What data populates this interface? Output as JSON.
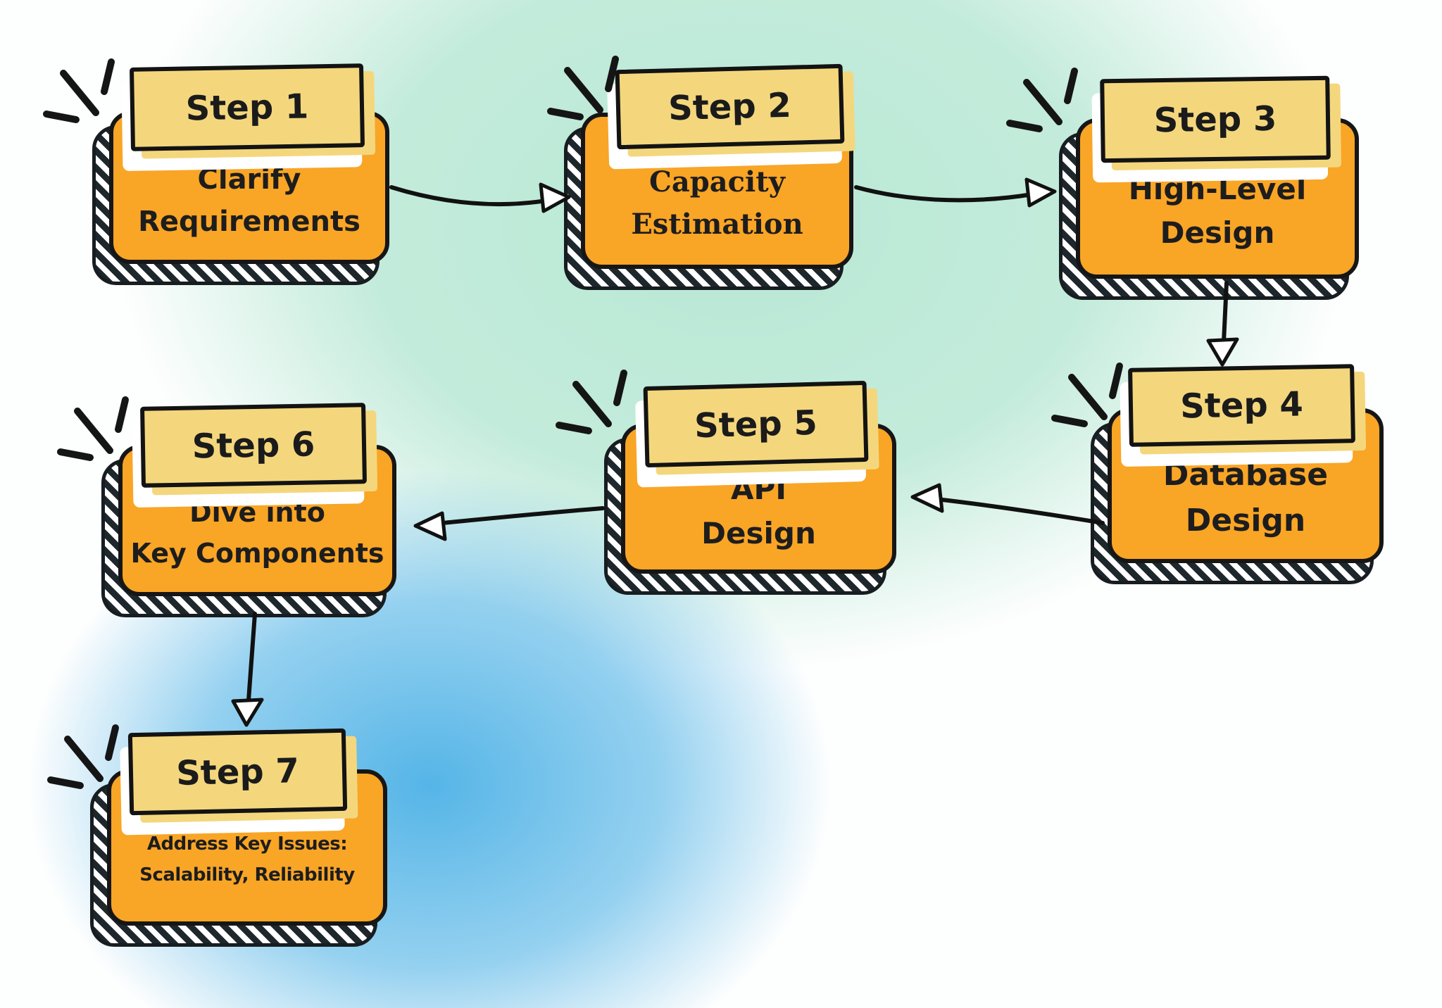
{
  "diagram": {
    "kind": "flowchart",
    "steps": [
      {
        "id": 1,
        "label": "Step 1",
        "title_lines": [
          "Clarify",
          "Requirements"
        ]
      },
      {
        "id": 2,
        "label": "Step 2",
        "title_lines": [
          "Capacity",
          "Estimation"
        ]
      },
      {
        "id": 3,
        "label": "Step 3",
        "title_lines": [
          "High-Level",
          "Design"
        ]
      },
      {
        "id": 4,
        "label": "Step 4",
        "title_lines": [
          "Database",
          "Design"
        ]
      },
      {
        "id": 5,
        "label": "Step 5",
        "title_lines": [
          "API",
          "Design"
        ]
      },
      {
        "id": 6,
        "label": "Step 6",
        "title_lines": [
          "Dive into",
          "Key Components"
        ]
      },
      {
        "id": 7,
        "label": "Step 7",
        "title_lines": [
          "Address Key Issues:",
          "Scalability, Reliability"
        ]
      }
    ],
    "flow": [
      {
        "from": "Step 1",
        "to": "Step 2"
      },
      {
        "from": "Step 2",
        "to": "Step 3"
      },
      {
        "from": "Step 3",
        "to": "Step 4"
      },
      {
        "from": "Step 4",
        "to": "Step 5"
      },
      {
        "from": "Step 5",
        "to": "Step 6"
      },
      {
        "from": "Step 6",
        "to": "Step 7"
      }
    ],
    "colors": {
      "box_fill": "#F9A526",
      "ribbon_fill": "#F4D77D",
      "outline": "#161616",
      "hatch_dark": "#1D272C",
      "text": "#1D1D1D",
      "background_mint": "#B9E8D5",
      "background_blue": "#55B5E7",
      "background_base": "#FDFEFE",
      "arrowhead_fill": "#FFFFFF"
    }
  }
}
